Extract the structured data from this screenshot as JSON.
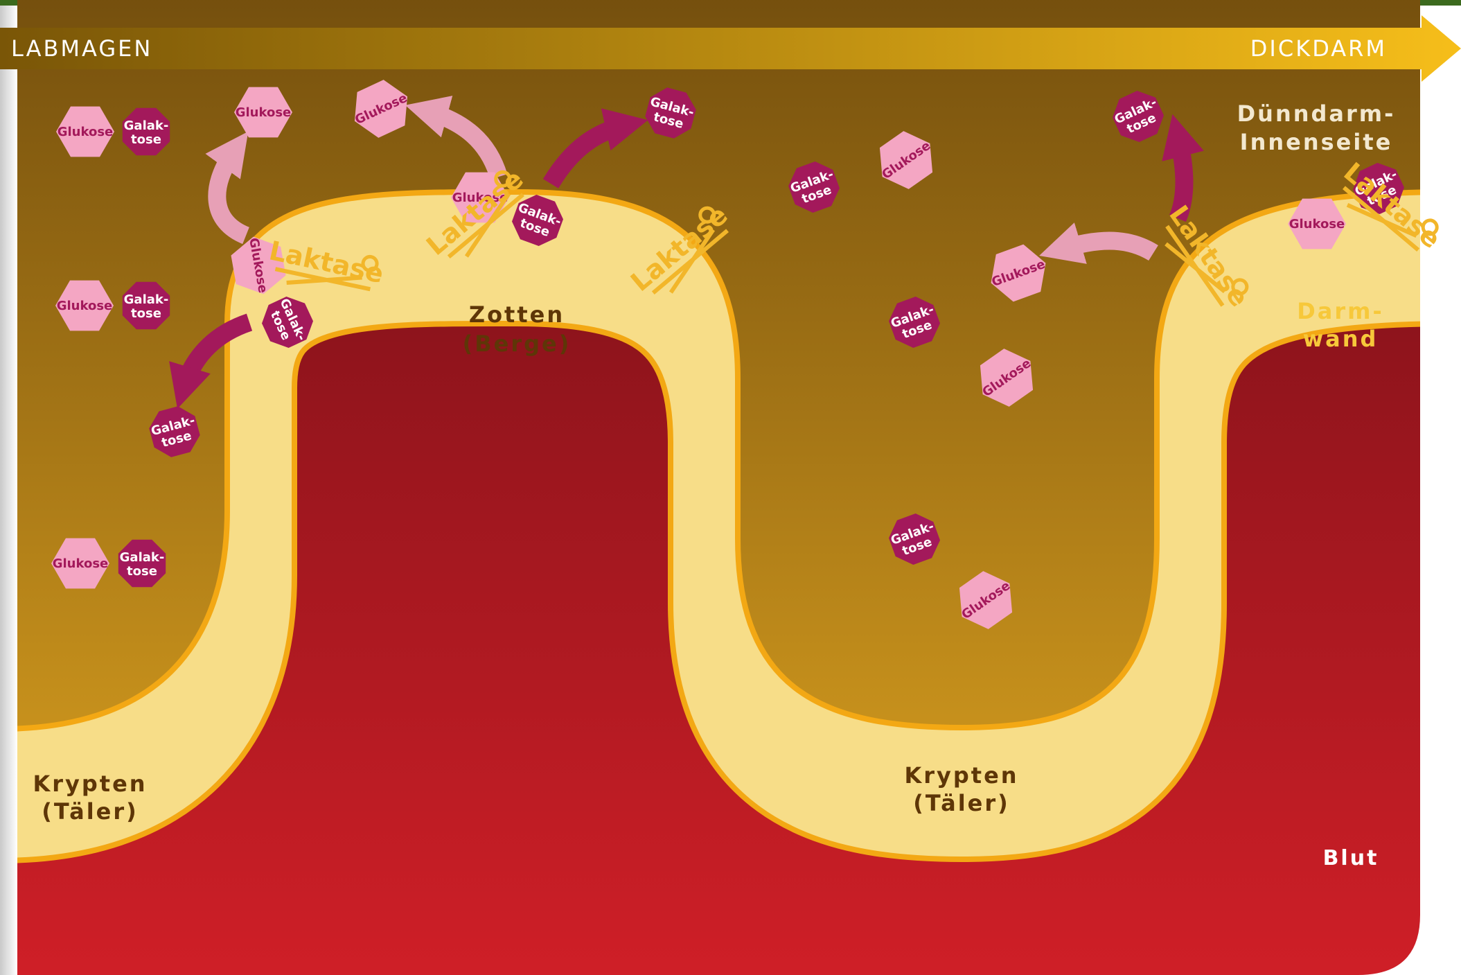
{
  "header": {
    "left_label": "LABMAGEN",
    "right_label": "DICKDARM"
  },
  "regions": {
    "lumen_label_line1": "Dünndarm-",
    "lumen_label_line2": "Innenseite",
    "wall_label_line1": "Darm-",
    "wall_label_line2": "wand",
    "villi_label_line1": "Zotten",
    "villi_label_line2": "(Berge)",
    "crypt_label_line1": "Krypten",
    "crypt_label_line2": "(Täler)",
    "blood_label": "Blut"
  },
  "molecules": {
    "glucose": "Glukose",
    "galactose_line1": "Galak-",
    "galactose_line2": "tose"
  },
  "enzyme": {
    "name": "Laktase"
  },
  "colors": {
    "header_green": "#3c6a1e",
    "arrow_start": "#7a5607",
    "arrow_end": "#f6be1a",
    "lumen_top": "#6e4a0c",
    "lumen_bottom": "#c7911c",
    "wall_fill": "#f7dd88",
    "wall_edge": "#f3a814",
    "blood_top": "#6d0e16",
    "blood_bottom": "#cf1f27",
    "glucose": "#f4a6c3",
    "galactose": "#a3195b",
    "label_brown": "#5e3607",
    "enzyme_gold": "#f2b62a"
  }
}
